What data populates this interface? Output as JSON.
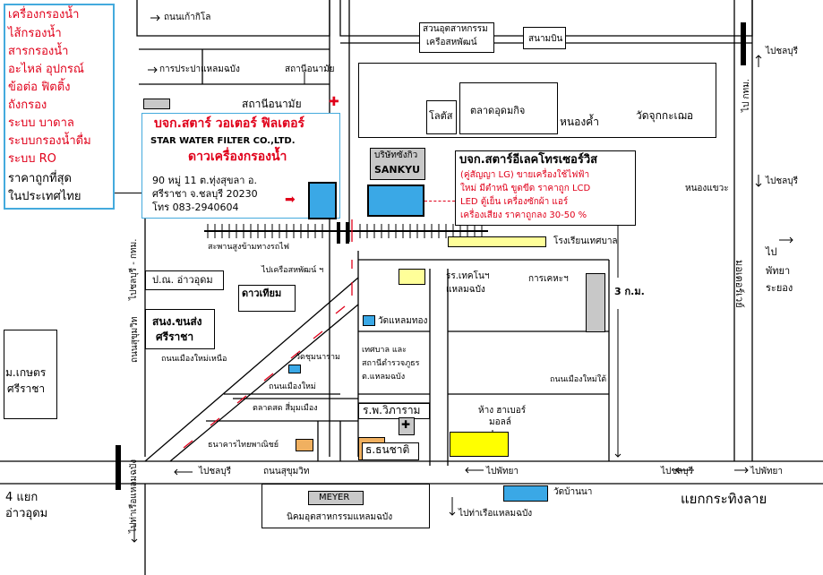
{
  "colors": {
    "red": "#e0001a",
    "blue": "#3aa8e6",
    "yellow": "#ffff00",
    "lightyellow": "#ffff99",
    "gray": "#c8c8c8",
    "skyborder": "#44aadd"
  },
  "sidebar": {
    "lines": [
      "เครื่องกรองน้ำ",
      "ไส้กรองน้ำ",
      "สารกรองน้ำ",
      "อะไหล่ อุปกรณ์",
      "ข้อต่อ ฟิตติ้ง",
      "ถังกรอง",
      "ระบบ บาดาล",
      "ระบบกรองน้ำดื่ม",
      "ระบบ RO"
    ],
    "cheapest_1": "ราคาถูกที่สุด",
    "cheapest_2": "ในประเทศไทย"
  },
  "star_water": {
    "name_th": "บจก.สตาร์ วอเตอร์ ฟิลเตอร์",
    "name_en": "STAR WATER FILTER CO.,LTD.",
    "tagline": "ดาวเครื่องกรองน้ำ",
    "addr1": "90 หมู่ 11 ต.ทุ่งสุขลา อ.",
    "addr2": "ศรีราชา จ.ชลบุรี 20230",
    "phone": "โทร 083-2940604"
  },
  "star_electric": {
    "title": "บจก.สตาร์อีเลคโทรเซอร์วิส",
    "line1": "(คู่สัญญา LG) ขายเครื่องใช้ไฟฟ้า",
    "line2": "ใหม่ มีตำหนิ ขูดขีด ราคาถูก LCD",
    "line3": "LED  ตู้เย็น เครื่องซักผ้า แอร์",
    "line4": "เครื่องเสียง ราคาถูกลง 30-50 %"
  },
  "sankyu": {
    "top": "บริษัทซังกิว",
    "name": "SANKYU"
  },
  "labels": {
    "kao_kilo": "ถนนเก้ากิโล",
    "prapa": "การประปาแหลมฉบัง",
    "anamai_top": "สถานีอนามัย",
    "anamai": "สถานีอนามัย",
    "park1": "สวนอุตสาหกรรม",
    "park2": "เครือสหพัฒน์",
    "airport": "สนามบิน",
    "lotus": "โลตัส",
    "market": "ตลาดอุดมกิจ",
    "nong_kham": "หนองค้ำ",
    "wat_chuk": "วัดจุกกะเฌอ",
    "to_chonburi_r1": "ไปชลบุรี",
    "to_chonburi_r2": "ไปชลบุรี",
    "to_bkk": "ไป กทม.",
    "nong_khae": "หนองแขวะ",
    "bridge": "สะพานสูงข้ามทางรถไฟ",
    "school": "โรงเรียนเทศบาล",
    "to_saha": "ไปเครือสหพัฒน์ ฯ",
    "rr_tech1": "รร.เทคโนฯ",
    "rr_tech2": "แหลมฉบัง",
    "karkeha": "การเคหะฯ",
    "km3": "3 ก.ม.",
    "to_pattaya1": "ไป",
    "to_pattaya2": "พัทยา",
    "to_pattaya3": "ระยอง",
    "motorway": "มอเตอร์เวย์",
    "chonburi_bkk": "ไปชลบุรี - กทม.",
    "post": "ป.ณ. อ่าวอุดม",
    "daothiam": "ดาวเทียม",
    "wat_laem": "วัดแหลมทอง",
    "police1": "สนง.ขนส่ง",
    "police2": "ศรีราชา",
    "sukhumvit_v": "ถนนสุขุมวิท",
    "muang_nuea": "ถนนเมืองใหม่เหนือ",
    "wat_chan": "วัดชุมนาราม",
    "muang_mai": "ถนนเมืองใหม่",
    "muni1": "เทศบาล และ",
    "muni2": "สถานีตำรวจภูธร",
    "muni3": "ต.แหลมฉบัง",
    "muang_tai": "ถนนเมืองใหม่ใต้",
    "kaset1": "ม.เกษตร",
    "kaset2": "ศรีราชา",
    "fresh_market": "ตลาดสด สี่มุมเมือง",
    "hospital": "ร.พ.วิภาราม",
    "harbor1": "ห้าง ฮาเบอร์",
    "harbor2": "มอลล์",
    "thai_bank": "ธนาคารไทยพาณิชย์",
    "thanachart": "ธ.ธนชาติ",
    "to_chonburi_b": "ไปชลบุรี",
    "sukhumvit_b": "ถนนสุขุมวิท",
    "to_pattaya_b": "ไปพัทยา",
    "to_chonburi_b2": "ไปชลบุรี",
    "to_pattaya_b2": "ไปพัทยา",
    "four_way1": "4 แยก",
    "four_way2": "อ่าวอุดม",
    "to_port": "ไปท่าเรือแหลมฉบัง",
    "meyer": "MEYER",
    "laem_estate": "นิคมอุตสาหกรรมแหลมฉบัง",
    "wat_ban_na": "วัดบ้านนา",
    "to_port_b": "ไปท่าเรือแหลมฉบัง",
    "kratinglai": "แยกกระทิงลาย"
  }
}
